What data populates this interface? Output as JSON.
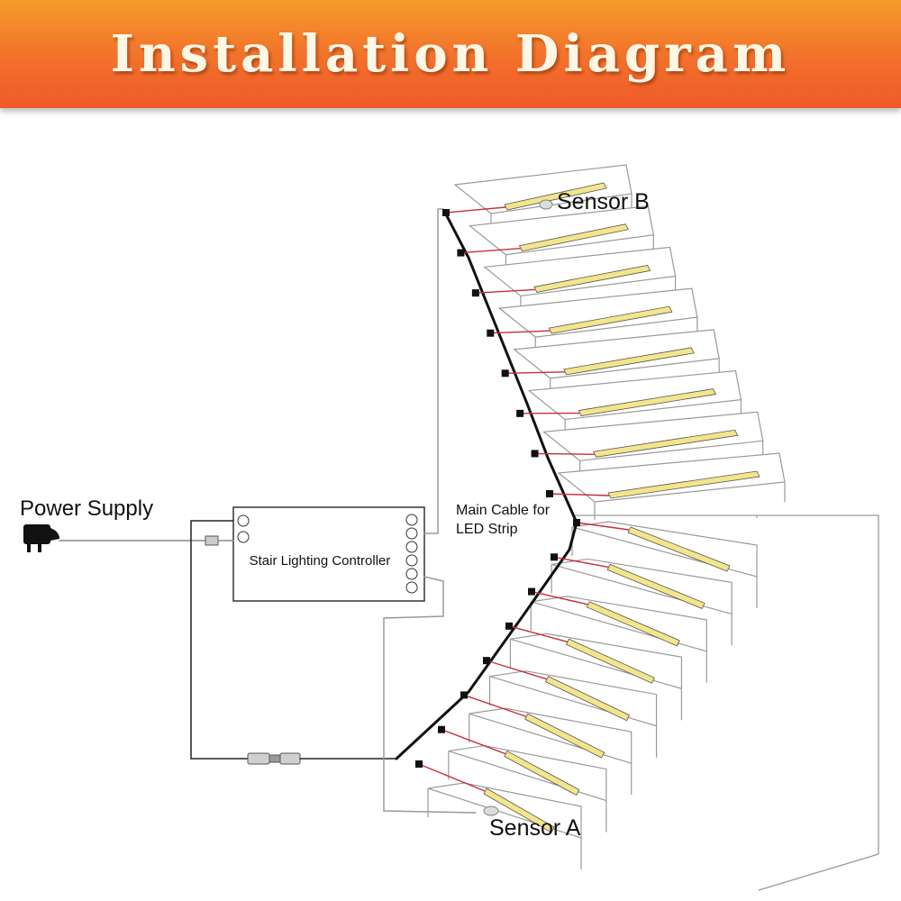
{
  "header": {
    "title": "Installation Diagram"
  },
  "labels": {
    "power_supply": "Power Supply",
    "controller": "Stair Lighting Controller",
    "main_cable_line1": "Main Cable for",
    "main_cable_line2": "LED Strip",
    "sensor_a": "Sensor A",
    "sensor_b": "Sensor B"
  },
  "colors": {
    "banner_top": "#f59a2a",
    "banner_bottom": "#ef5a2a",
    "led_strip": "#f2e58c",
    "wire_red": "#c8303a",
    "main_cable": "#111111"
  },
  "diagram": {
    "upper_flight_steps": 8,
    "lower_flight_steps": 8
  }
}
